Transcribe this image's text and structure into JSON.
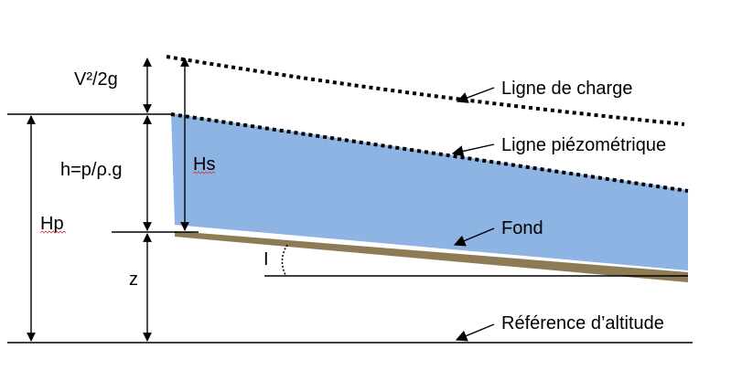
{
  "diagram": {
    "labels": {
      "velocity_head": "V²/2g",
      "pressure_head": "h=p/ρ.g",
      "piezometric_head": "Hp",
      "elevation": "z",
      "water_depth": "Hs",
      "slope": "I",
      "energy_line": "Ligne de charge",
      "piezometric_line": "Ligne piézométrique",
      "bed": "Fond",
      "datum": "Référence d’altitude"
    },
    "colors": {
      "water": "#8EB4E3",
      "bed": "#8C7B55",
      "line": "#000000",
      "spell_underline": "#d04040"
    }
  }
}
